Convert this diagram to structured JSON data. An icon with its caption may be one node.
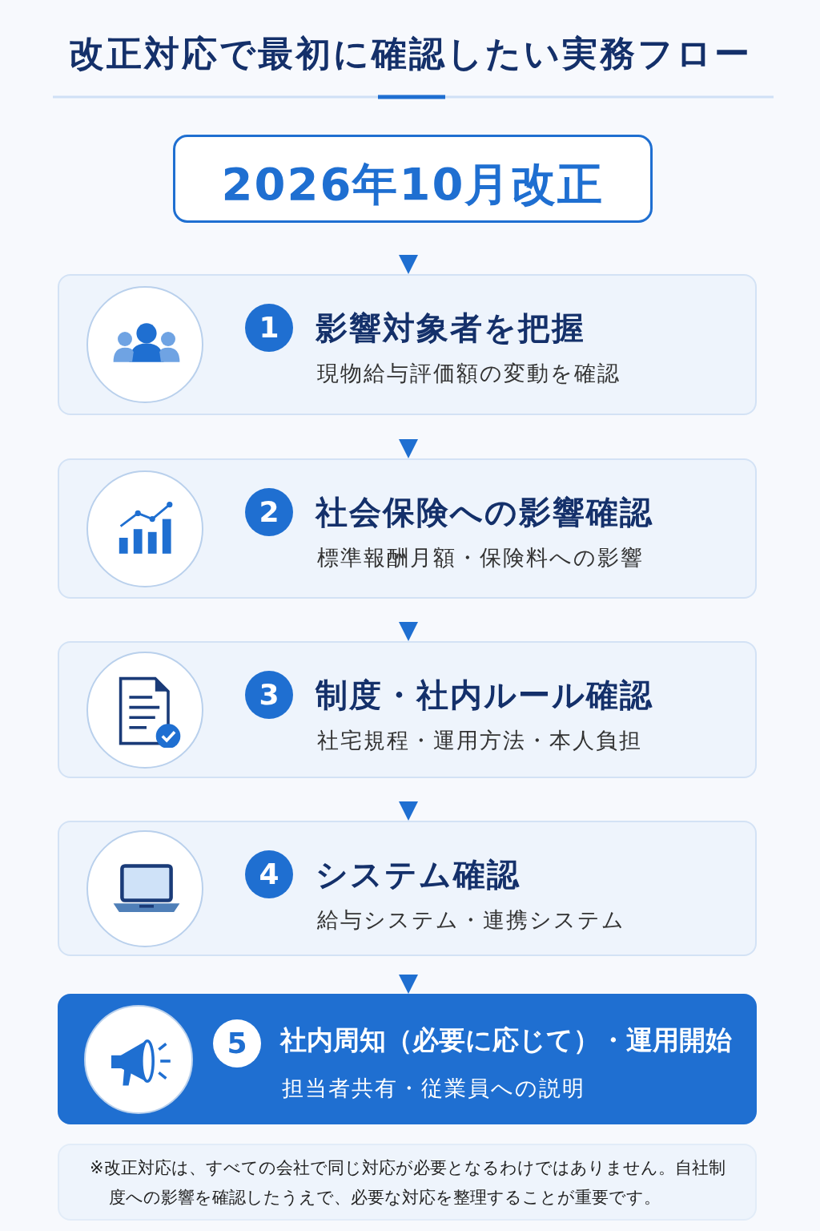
{
  "diagram": {
    "title": "改正対応で最初に確認したい実務フロー",
    "nodes": [
      {
        "text": [
          "2026年10月改正"
        ]
      },
      {
        "text": [
          "1",
          "影響対象者を把握",
          "現物給与評価額の変動を確認"
        ]
      },
      {
        "text": [
          "2",
          "社会保険への影響確認",
          "標準報酬月額・保険料への影響"
        ]
      },
      {
        "text": [
          "3",
          "制度・社内ルール確認",
          "社宅規程・運用方法・本人負担"
        ]
      },
      {
        "text": [
          "4",
          "システム確認",
          "給与システム・連携システム"
        ]
      },
      {
        "text": [
          "5",
          "社内周知（必要に応じて）・運用開始",
          "担当者共有・従業員への説明"
        ]
      },
      {
        "text": [
          "※改正対応は、すべての会社で同じ対応が必要となるわけではありません。自社制度への影響を確認したうえで、必要な対応を整理することが重要です。"
        ]
      }
    ],
    "edges": [
      {
        "from": 0,
        "to": 1,
        "arrow": "to"
      },
      {
        "from": 1,
        "to": 2,
        "arrow": "to"
      },
      {
        "from": 2,
        "to": 3,
        "arrow": "to"
      },
      {
        "from": 3,
        "to": 4,
        "arrow": "to"
      },
      {
        "from": 4,
        "to": 5,
        "arrow": "to"
      }
    ]
  }
}
